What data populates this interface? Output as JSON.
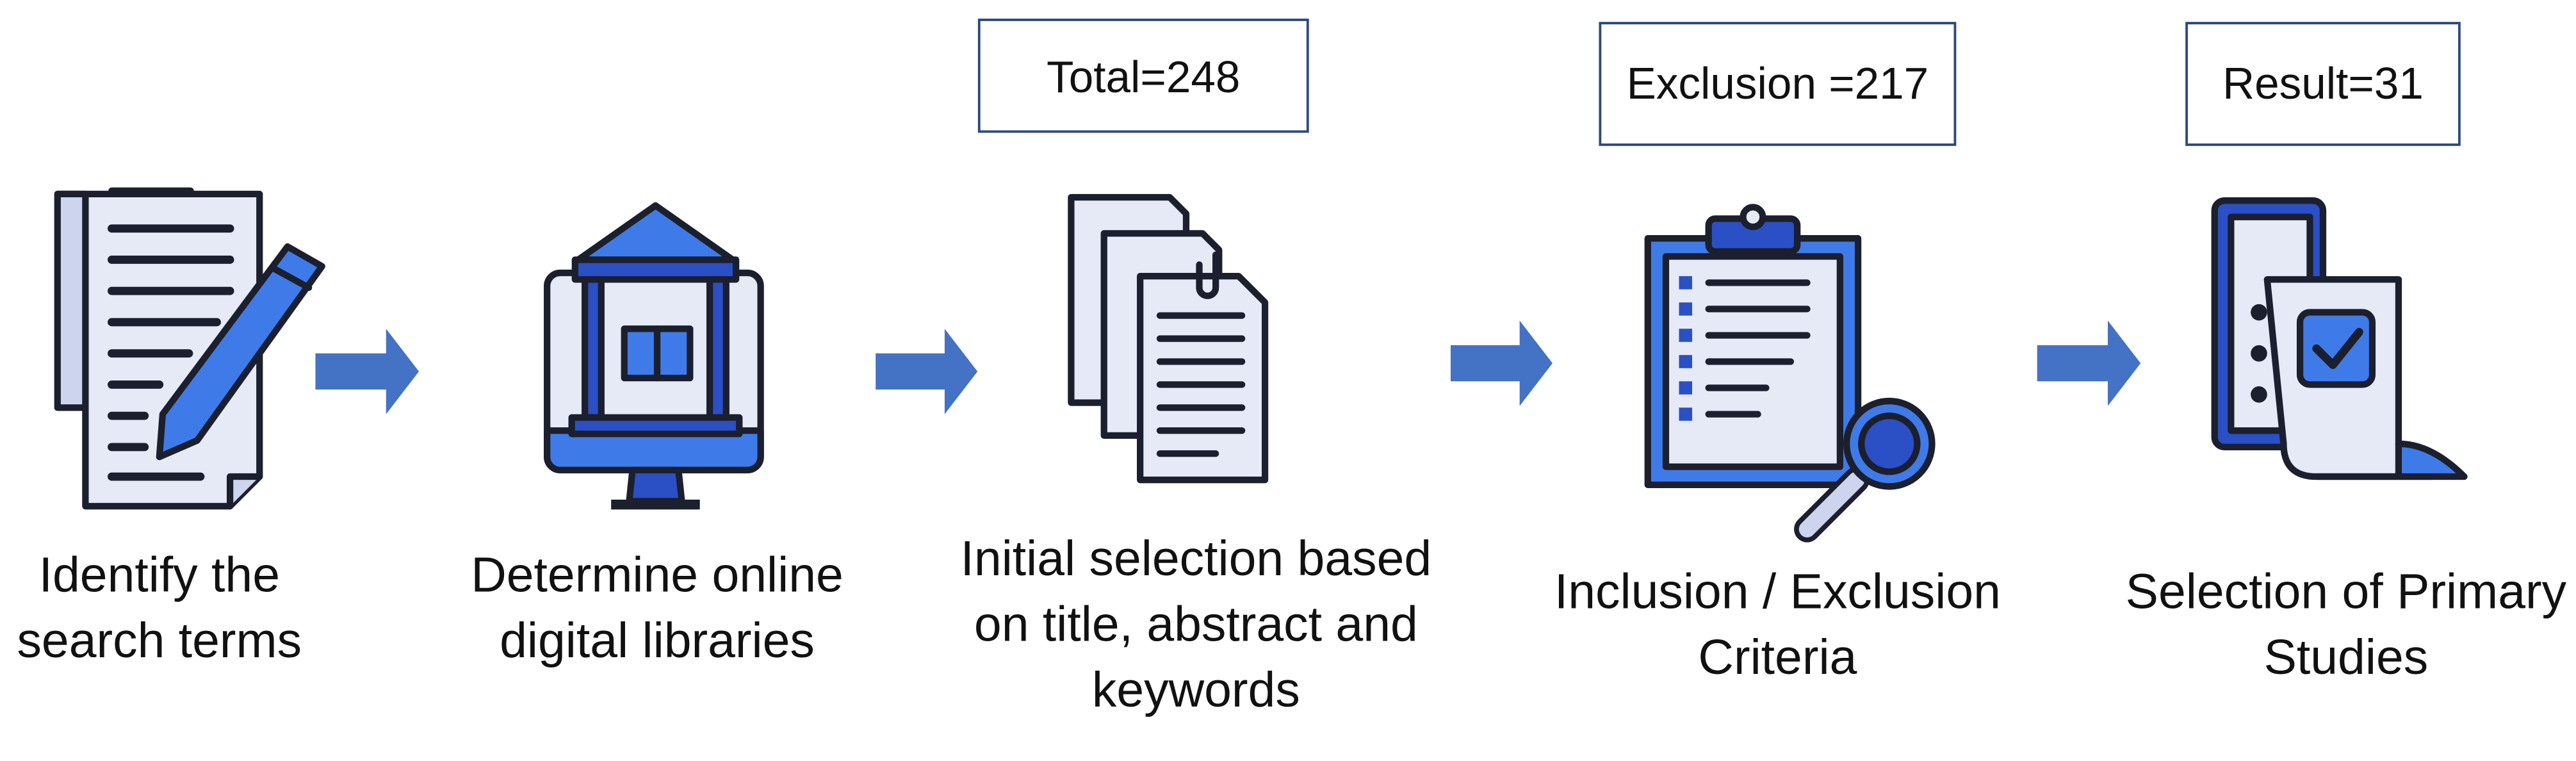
{
  "colors": {
    "arrow": "#4472c4",
    "icon_primary": "#3f7be8",
    "icon_dark": "#2b4fc4",
    "icon_light": "#e6eaf7",
    "box_border": "#2e4a7a",
    "outline": "#1b1f2e"
  },
  "steps": [
    {
      "icon": "document-pencil-icon",
      "label_lines": [
        "Identify the",
        "search terms"
      ]
    },
    {
      "icon": "library-monitor-icon",
      "label_lines": [
        "Determine online",
        "digital libraries"
      ]
    },
    {
      "icon": "document-stack-icon",
      "label_lines": [
        "Initial selection based",
        "on title, abstract and",
        "keywords"
      ],
      "count_box": "Total=248"
    },
    {
      "icon": "clipboard-magnifier-icon",
      "label_lines": [
        "Inclusion / Exclusion",
        "Criteria"
      ],
      "count_box": "Exclusion =217"
    },
    {
      "icon": "document-check-icon",
      "label_lines": [
        "Selection of Primary",
        "Studies"
      ],
      "count_box": "Result=31"
    }
  ],
  "arrows": [
    "arrow-right-icon",
    "arrow-right-icon",
    "arrow-right-icon",
    "arrow-right-icon"
  ]
}
